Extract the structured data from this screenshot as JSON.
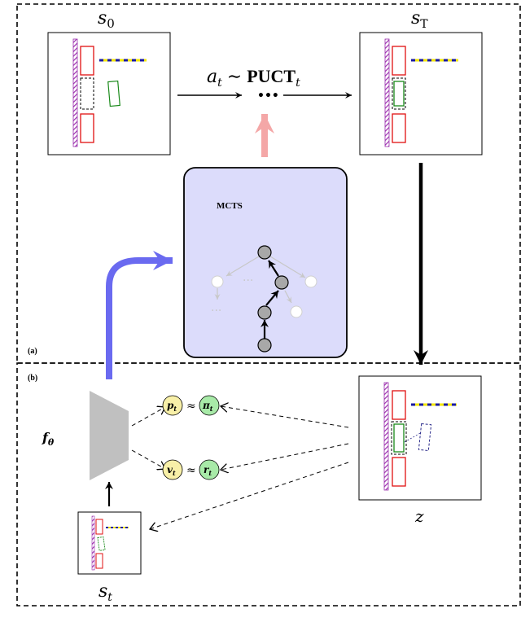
{
  "panels": {
    "a": {
      "label": "(a)"
    },
    "b": {
      "label": "(b)"
    }
  },
  "states": {
    "s0": {
      "base": "s",
      "sub": "0"
    },
    "sT": {
      "base": "s",
      "sub": "T"
    },
    "st": {
      "base": "s",
      "sub": "t"
    },
    "z": "z"
  },
  "action": {
    "var": "a",
    "sub": "t",
    "sim": "∼",
    "op": "PUCT",
    "op_sub": "t",
    "ellipsis": "•••"
  },
  "mcts": {
    "title": "MCTS",
    "fade_dots": "···"
  },
  "network": {
    "name": "f",
    "sub": "θ"
  },
  "outputs": {
    "policy": {
      "pred": "p",
      "pred_sub": "t",
      "approx": "≈",
      "target": "π",
      "target_sub": "t"
    },
    "value": {
      "pred": "v",
      "pred_sub": "t",
      "approx": "≈",
      "target": "r",
      "target_sub": "t"
    }
  },
  "colors": {
    "purple_wall": "#9b2fae",
    "red_slot": "#e01010",
    "green_block": "#1a8a1a",
    "navy_block": "#2a2a8a",
    "blue_dash": "#1a1aa0",
    "yellow_dash": "#f2e600",
    "mcts_fill": "#dcdcfb",
    "blue_arrow": "#6a6af0",
    "pink_arrow": "#f4a7a7",
    "policy_pred": "#f8f0a8",
    "policy_target": "#a8eaa8",
    "node_active": "#a8a8a8"
  }
}
